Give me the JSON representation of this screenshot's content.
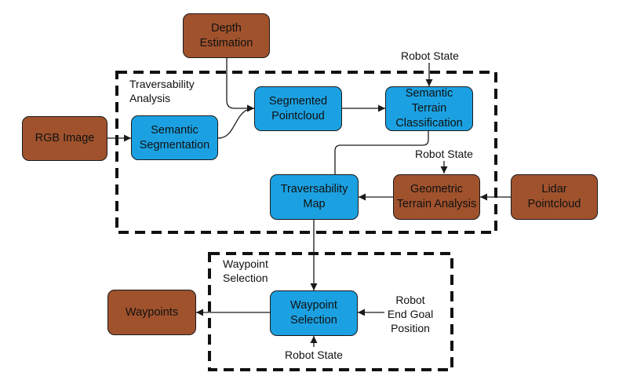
{
  "diagram": {
    "nodes": {
      "depth": "Depth\nEstimation",
      "rgb": "RGB Image",
      "semseg": "Semantic\nSegmentation",
      "segpc": "Segmented\nPointcloud",
      "semterrain": "Semantic\nTerrain\nClassification",
      "travmap": "Traversability\nMap",
      "geoterrain": "Geometric\nTerrain Analysis",
      "lidar": "Lidar\nPointcloud",
      "wpsel": "Waypoint\nSelection",
      "waypoints": "Waypoints"
    },
    "labels": {
      "robot_state_top": "Robot State",
      "robot_state_mid": "Robot State",
      "robot_state_bottom": "Robot State",
      "goal": "Robot\nEnd Goal\nPosition"
    },
    "regions": {
      "traversability": "Traversability\nAnalysis",
      "waypoint": "Waypoint\nSelection"
    },
    "colors": {
      "brown": "#a0522d",
      "blue": "#1ba1e2",
      "line": "#1a1a1a"
    }
  }
}
